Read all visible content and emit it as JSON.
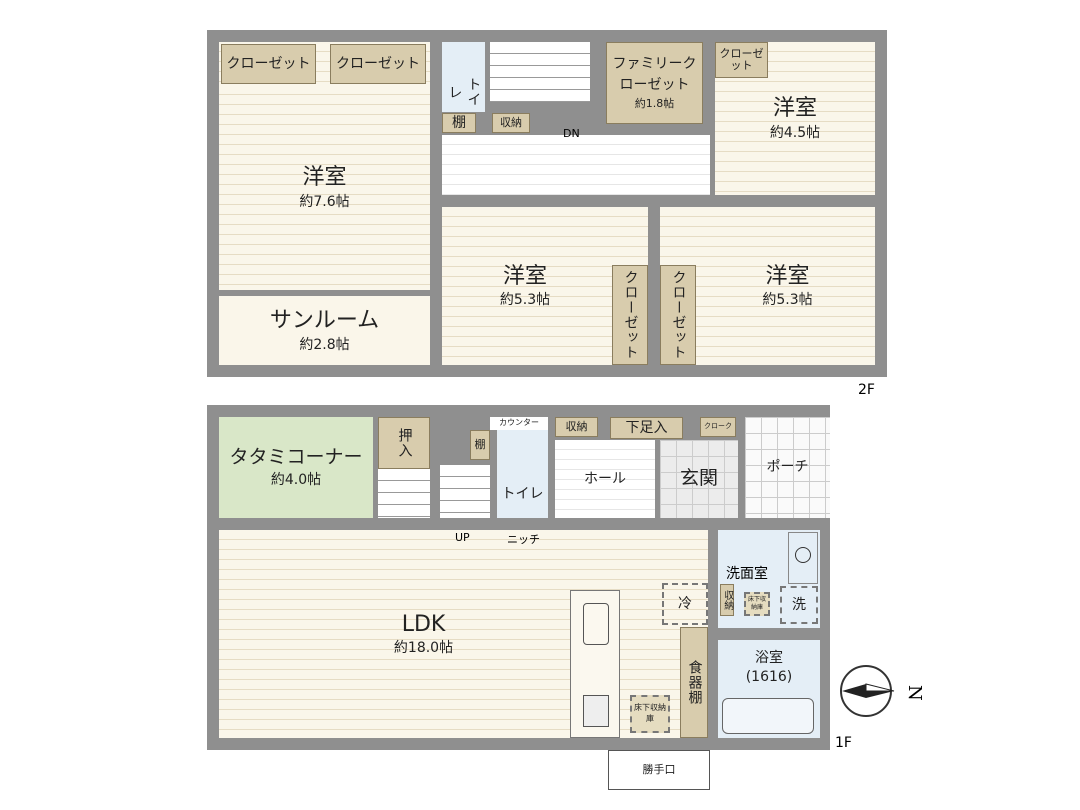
{
  "floor2": {
    "label": "2F",
    "rooms": {
      "bedroom1": {
        "name": "洋室",
        "size": "約7.6帖"
      },
      "closet1": "クローゼット",
      "closet2": "クローゼット",
      "sunroom": {
        "name": "サンルーム",
        "size": "約2.8帖"
      },
      "toilet": "トイレ",
      "shelf": "棚",
      "storage": "収納",
      "dn": "DN",
      "family_closet": {
        "name": "ファミリークローゼット",
        "size": "約1.8帖"
      },
      "small_closet": "クローゼット",
      "bedroom2": {
        "name": "洋室",
        "size": "約4.5帖"
      },
      "bedroom3": {
        "name": "洋室",
        "size": "約5.3帖"
      },
      "bedroom4": {
        "name": "洋室",
        "size": "約5.3帖"
      },
      "closet3": "クローゼット",
      "closet4": "クローゼット"
    }
  },
  "floor1": {
    "label": "1F",
    "rooms": {
      "tatami": {
        "name": "タタミコーナー",
        "size": "約4.0帖"
      },
      "oshiire": "押入",
      "up": "UP",
      "shelf": "棚",
      "counter": "カウンター",
      "toilet": "トイレ",
      "niche": "ニッチ",
      "storage": "収納",
      "hall": "ホール",
      "shoe": "下足入",
      "cloak": "クローク",
      "genkan": "玄関",
      "porch": "ポーチ",
      "ldk": {
        "name": "LDK",
        "size": "約18.0帖"
      },
      "fridge": "冷",
      "cupboard": "食器棚",
      "underfloor": "床下収納庫",
      "washroom": "洗面室",
      "wash_storage": "収納",
      "wash_underfloor": "床下収納庫",
      "washer": "洗",
      "bath": {
        "name": "浴室",
        "size": "(1616)"
      },
      "back_door": "勝手口"
    }
  },
  "compass": {
    "north": "N"
  }
}
